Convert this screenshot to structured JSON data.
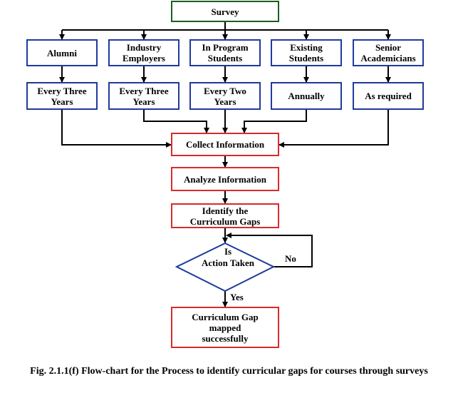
{
  "colors": {
    "top": "#1a5e20",
    "source": "#1f3a9e",
    "process": "#d92b2b",
    "arrow": "#000000"
  },
  "survey": "Survey",
  "sources": [
    {
      "name": "Alumni",
      "frequency": "Every Three\nYears"
    },
    {
      "name": "Industry\nEmployers",
      "frequency": "Every Three\nYears"
    },
    {
      "name": "In Program\nStudents",
      "frequency": "Every Two\nYears"
    },
    {
      "name": "Existing\nStudents",
      "frequency": "Annually"
    },
    {
      "name": "Senior\nAcademicians",
      "frequency": "As required"
    }
  ],
  "steps": {
    "collect": "Collect Information",
    "analyze": "Analyze Information",
    "identify": "Identify the\nCurriculum Gaps",
    "decision_line1": "Is",
    "decision_line2": "Action Taken",
    "no": "No",
    "yes": "Yes",
    "result": "Curriculum Gap\nmapped\nsuccessfully"
  },
  "caption": "Fig. 2.1.1(f) Flow-chart for the Process to identify curricular gaps for courses through surveys"
}
